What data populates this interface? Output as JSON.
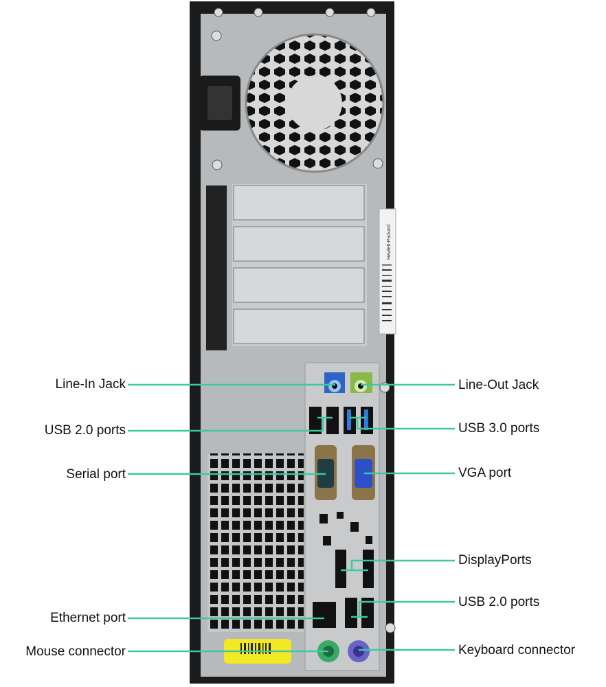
{
  "title": "Computer rear panel connectors",
  "colors": {
    "leader_line": "#3cc8a0",
    "case": "#1b1b1b",
    "panel": "#b9bcc0"
  },
  "labels_left": [
    {
      "id": "line-in",
      "text": "Line-In Jack"
    },
    {
      "id": "usb2-top",
      "text": "USB 2.0 ports"
    },
    {
      "id": "serial",
      "text": "Serial port"
    },
    {
      "id": "ethernet",
      "text": "Ethernet port"
    },
    {
      "id": "mouse",
      "text": "Mouse connector"
    }
  ],
  "labels_right": [
    {
      "id": "line-out",
      "text": "Line-Out Jack"
    },
    {
      "id": "usb3",
      "text": "USB 3.0 ports"
    },
    {
      "id": "vga",
      "text": "VGA port"
    },
    {
      "id": "displayport",
      "text": "DisplayPorts"
    },
    {
      "id": "usb2-bottom",
      "text": "USB 2.0 ports"
    },
    {
      "id": "keyboard",
      "text": "Keyboard connector"
    }
  ],
  "sticker_text": "Hewlett-Packard"
}
